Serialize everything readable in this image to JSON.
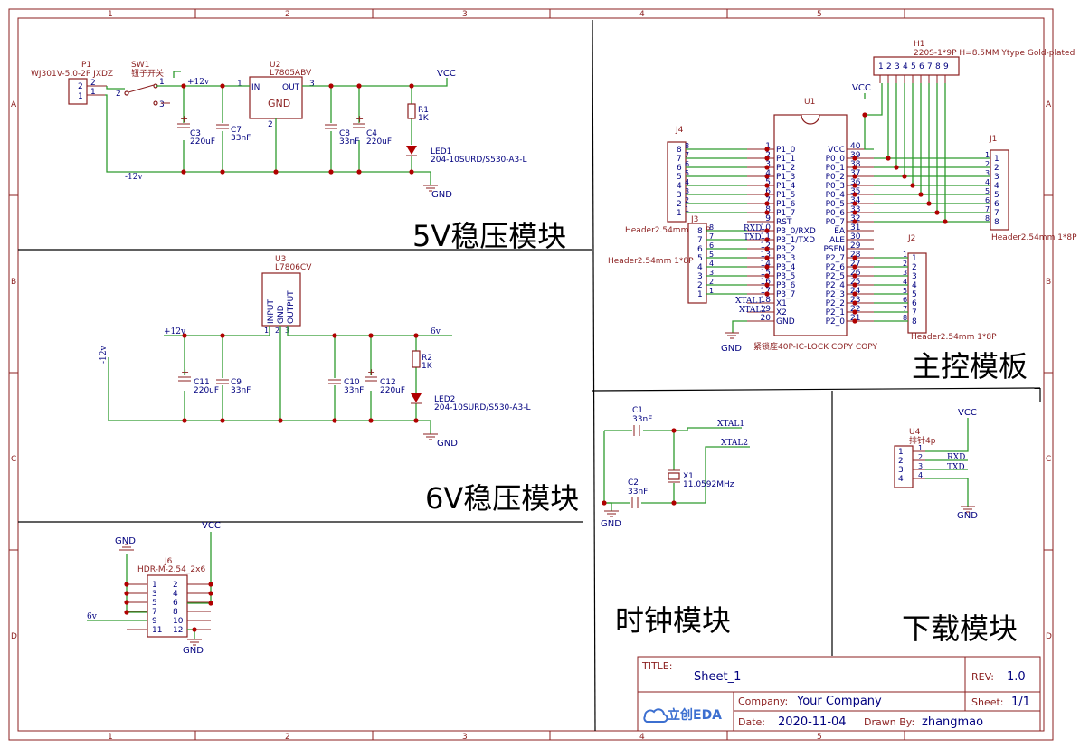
{
  "frame": {
    "columns": [
      "1",
      "2",
      "3",
      "4",
      "5"
    ],
    "rows": [
      "A",
      "B",
      "C",
      "D"
    ]
  },
  "sections": {
    "reg5v": "5V稳压模块",
    "reg6v": "6V稳压模块",
    "main_board": "主控模板",
    "clock": "时钟模块",
    "download": "下载模块"
  },
  "nets": {
    "vcc": "VCC",
    "gnd": "GND",
    "p12v": "+12v",
    "m12v": "-12v",
    "v6": "6v",
    "rxd": "RXD",
    "txd": "TXD",
    "xtal1": "XTAL1",
    "xtal2": "XTAL2"
  },
  "components": {
    "p1": {
      "ref": "P1",
      "value": "WJ301V-5.0-2P JXDZ"
    },
    "sw1": {
      "ref": "SW1",
      "value": "钮子开关"
    },
    "u2": {
      "ref": "U2",
      "value": "L7805ABV",
      "in": "IN",
      "out": "OUT",
      "gnd": "GND"
    },
    "c3": {
      "ref": "C3",
      "value": "220uF"
    },
    "c7": {
      "ref": "C7",
      "value": "33nF"
    },
    "c8": {
      "ref": "C8",
      "value": "33nF"
    },
    "c4": {
      "ref": "C4",
      "value": "220uF"
    },
    "r1": {
      "ref": "R1",
      "value": "1K"
    },
    "led1": {
      "ref": "LED1",
      "value": "204-10SURD/S530-A3-L"
    },
    "u3": {
      "ref": "U3",
      "value": "L7806CV",
      "pins": [
        "INPUT",
        "GND",
        "OUTPUT"
      ]
    },
    "c11": {
      "ref": "C11",
      "value": "220uF"
    },
    "c9": {
      "ref": "C9",
      "value": "33nF"
    },
    "c10": {
      "ref": "C10",
      "value": "33nF"
    },
    "c12": {
      "ref": "C12",
      "value": "220uF"
    },
    "r2": {
      "ref": "R2",
      "value": "1K"
    },
    "led2": {
      "ref": "LED2",
      "value": "204-10SURD/S530-A3-L"
    },
    "j6": {
      "ref": "J6",
      "value": "HDR-M-2.54_2x6"
    },
    "h1": {
      "ref": "H1",
      "value": "220S-1*9P H=8.5MM Ytype Gold-plated"
    },
    "u1": {
      "ref": "U1",
      "value": "紧锁座40P-IC-LOCK COPY COPY"
    },
    "j4": {
      "ref": "J4",
      "value": "Header2.54mm 1*8P"
    },
    "j3": {
      "ref": "J3",
      "value": "Header2.54mm 1*8P"
    },
    "j1": {
      "ref": "J1",
      "value": "Header2.54mm 1*8P"
    },
    "j2": {
      "ref": "J2",
      "value": "Header2.54mm 1*8P"
    },
    "c1": {
      "ref": "C1",
      "value": "33nF"
    },
    "c2": {
      "ref": "C2",
      "value": "33nF"
    },
    "x1": {
      "ref": "X1",
      "value": "11.0592MHz"
    },
    "u4": {
      "ref": "U4",
      "value": "排针4p"
    }
  },
  "u1_left_pins": [
    {
      "num": "1",
      "name": "P1_0"
    },
    {
      "num": "2",
      "name": "P1_1"
    },
    {
      "num": "3",
      "name": "P1_2"
    },
    {
      "num": "4",
      "name": "P1_3"
    },
    {
      "num": "5",
      "name": "P1_4"
    },
    {
      "num": "6",
      "name": "P1_5"
    },
    {
      "num": "7",
      "name": "P1_6"
    },
    {
      "num": "8",
      "name": "P1_7"
    },
    {
      "num": "9",
      "name": "RST"
    },
    {
      "num": "10",
      "name": "P3_0/RXD"
    },
    {
      "num": "11",
      "name": "P3_1/TXD"
    },
    {
      "num": "12",
      "name": "P3_2"
    },
    {
      "num": "13",
      "name": "P3_3"
    },
    {
      "num": "14",
      "name": "P3_4"
    },
    {
      "num": "15",
      "name": "P3_5"
    },
    {
      "num": "16",
      "name": "P3_6"
    },
    {
      "num": "17",
      "name": "P3_7"
    },
    {
      "num": "18",
      "name": "X1"
    },
    {
      "num": "19",
      "name": "X2"
    },
    {
      "num": "20",
      "name": "GND"
    }
  ],
  "u1_right_pins": [
    {
      "num": "40",
      "name": "VCC"
    },
    {
      "num": "39",
      "name": "P0_0"
    },
    {
      "num": "38",
      "name": "P0_1"
    },
    {
      "num": "37",
      "name": "P0_2"
    },
    {
      "num": "36",
      "name": "P0_3"
    },
    {
      "num": "35",
      "name": "P0_4"
    },
    {
      "num": "34",
      "name": "P0_5"
    },
    {
      "num": "33",
      "name": "P0_6"
    },
    {
      "num": "32",
      "name": "P0_7"
    },
    {
      "num": "31",
      "name": "EA"
    },
    {
      "num": "30",
      "name": "ALE"
    },
    {
      "num": "29",
      "name": "PSEN"
    },
    {
      "num": "28",
      "name": "P2_7"
    },
    {
      "num": "27",
      "name": "P2_6"
    },
    {
      "num": "26",
      "name": "P2_5"
    },
    {
      "num": "25",
      "name": "P2_4"
    },
    {
      "num": "24",
      "name": "P2_3"
    },
    {
      "num": "23",
      "name": "P2_2"
    },
    {
      "num": "22",
      "name": "P2_1"
    },
    {
      "num": "21",
      "name": "P2_0"
    }
  ],
  "title_block": {
    "title_label": "TITLE:",
    "title": "Sheet_1",
    "rev_label": "REV:",
    "rev": "1.0",
    "company_label": "Company:",
    "company": "Your Company",
    "sheet_label": "Sheet:",
    "sheet": "1/1",
    "date_label": "Date:",
    "date": "2020-11-04",
    "drawn_label": "Drawn By:",
    "drawn_by": "zhangmao",
    "logo": "立创EDA"
  }
}
